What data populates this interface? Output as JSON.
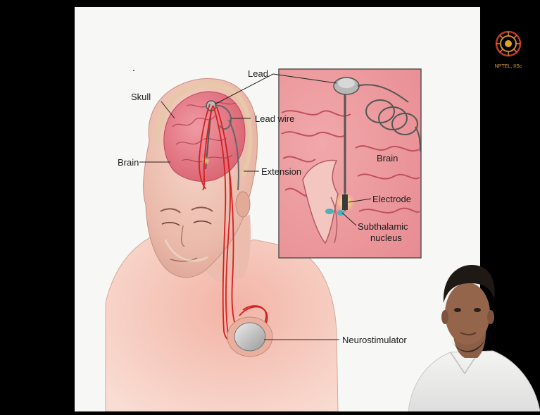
{
  "diagram": {
    "labels": {
      "lead": "Lead",
      "skull": "Skull",
      "lead_wire": "Lead wire",
      "brain_left": "Brain",
      "extension": "Extension",
      "brain_inset": "Brain",
      "electrode": "Electrode",
      "subthalamic_1": "Subthalamic",
      "subthalamic_2": "nucleus",
      "neurostimulator": "Neurostimulator"
    }
  },
  "logo": {
    "text": "NPTEL, IISc"
  },
  "colors": {
    "background": "#000000",
    "slide": "#f7f7f5",
    "brain": "#e9848f",
    "skin": "#f0c4b8",
    "wire": "#d42020",
    "inset_bg": "#efb5b5",
    "electrode_glow": "#e8e05a",
    "nucleus": "#4fb0b8"
  }
}
